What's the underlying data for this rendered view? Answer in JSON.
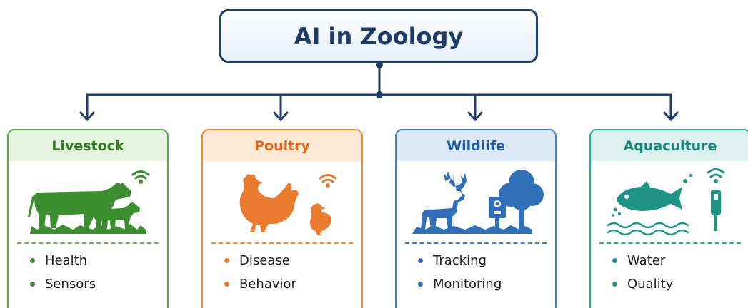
{
  "root": {
    "title": "AI in Zoology"
  },
  "colors": {
    "connector": "#1f3e69",
    "livestock": "#3c8d2f",
    "poultry": "#ea7a2e",
    "wildlife": "#2f6fb8",
    "aquaculture": "#1f9486"
  },
  "categories": [
    {
      "title": "Livestock",
      "icons": [
        "cow-icon",
        "calf-icon",
        "wifi-icon"
      ],
      "items": [
        "Health",
        "Sensors"
      ]
    },
    {
      "title": "Poultry",
      "icons": [
        "hen-icon",
        "chick-icon",
        "wifi-icon"
      ],
      "items": [
        "Disease",
        "Behavior"
      ]
    },
    {
      "title": "Wildlife",
      "icons": [
        "deer-icon",
        "camera-trap-icon",
        "tree-icon"
      ],
      "items": [
        "Tracking",
        "Monitoring"
      ]
    },
    {
      "title": "Aquaculture",
      "icons": [
        "fish-icon",
        "water-sensor-icon",
        "wifi-icon"
      ],
      "items": [
        "Water",
        "Quality"
      ]
    }
  ]
}
